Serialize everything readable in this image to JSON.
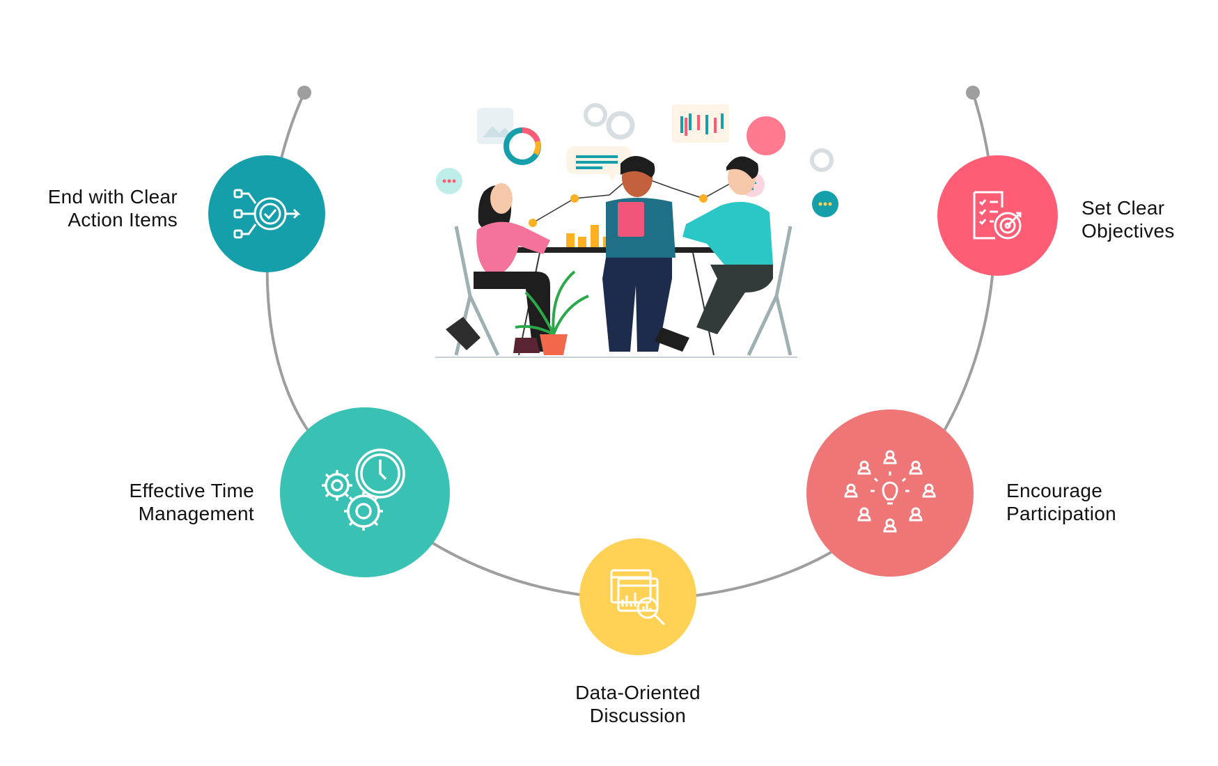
{
  "diagram": {
    "steps": [
      {
        "id": "set-clear-objectives",
        "lines": [
          "Set Clear",
          "Objectives"
        ],
        "color": "#FF5C75",
        "icon": "checklist-target-icon"
      },
      {
        "id": "encourage-participation",
        "lines": [
          "Encourage",
          "Participation"
        ],
        "color": "#EF7676",
        "icon": "people-lightbulb-icon"
      },
      {
        "id": "data-oriented-discussion",
        "lines": [
          "Data-Oriented",
          "Discussion"
        ],
        "color": "#FFD255",
        "icon": "data-magnifier-icon"
      },
      {
        "id": "effective-time-management",
        "lines": [
          "Effective Time",
          "Management"
        ],
        "color": "#39C2B4",
        "icon": "gears-clock-icon"
      },
      {
        "id": "end-with-clear-action-items",
        "lines": [
          "End with Clear",
          "Action Items"
        ],
        "color": "#159FAA",
        "icon": "action-flow-icon"
      }
    ],
    "arc_color": "#9E9E9E",
    "illustration": "team-meeting-illustration"
  }
}
